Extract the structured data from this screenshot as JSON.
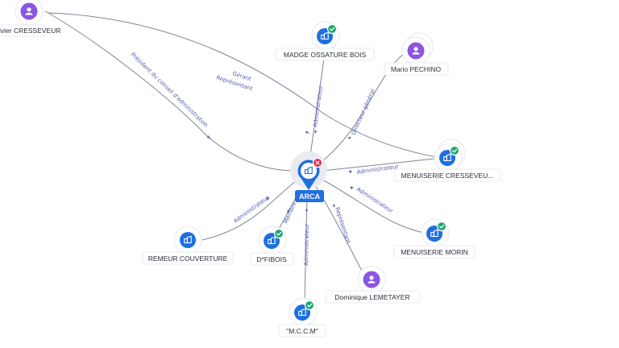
{
  "center": {
    "name": "ARCA"
  },
  "nodes": [
    {
      "id": "olivier",
      "label": "ivier CRESSEVEUR",
      "type": "person",
      "verified": false
    },
    {
      "id": "madge",
      "label": "MADGE OSSATURE BOIS",
      "type": "company",
      "verified": true
    },
    {
      "id": "mario",
      "label": "Mario PECHINO",
      "type": "person",
      "verified": false
    },
    {
      "id": "menuiserie-cresseveur",
      "label": "MENUISERIE CRESSEVEU...",
      "type": "company",
      "verified": true
    },
    {
      "id": "menuiserie-morin",
      "label": "MENUISERIE MORIN",
      "type": "company",
      "verified": true
    },
    {
      "id": "dominique",
      "label": "Dominique LEMETAYER",
      "type": "person",
      "verified": false
    },
    {
      "id": "mccm",
      "label": "\"M.C.C.M\"",
      "type": "company",
      "verified": true
    },
    {
      "id": "dfibois",
      "label": "D*FIBOIS",
      "type": "company",
      "verified": true
    },
    {
      "id": "remeur",
      "label": "REMEUR COUVERTURE",
      "type": "company",
      "verified": false
    }
  ],
  "edges": [
    {
      "id": "e-olivier-center",
      "label": "Président du conseil d'administration"
    },
    {
      "id": "e-olivier-menu",
      "label": "Gérant"
    },
    {
      "id": "e-olivier-menu-2",
      "label": "Représentant"
    },
    {
      "id": "e-madge",
      "label": "Administrateur"
    },
    {
      "id": "e-mario",
      "label": "Directeur général"
    },
    {
      "id": "e-menu-cress",
      "label": "Administrateur"
    },
    {
      "id": "e-morin",
      "label": "Administrateur"
    },
    {
      "id": "e-dominique",
      "label": "Représentant"
    },
    {
      "id": "e-mccm",
      "label": "Administrateur"
    },
    {
      "id": "e-dfibois",
      "label": "Membre"
    },
    {
      "id": "e-remeur",
      "label": "Administrateur"
    }
  ],
  "colors": {
    "company": "#1f6fe0",
    "person": "#8b55e6",
    "verified": "#1ea672",
    "alert": "#e0284a",
    "edge": "#7d8599",
    "edge_label": "#5560b0"
  },
  "icons": {
    "company": "building-icon",
    "person": "user-icon",
    "verified": "check-badge-icon",
    "alert": "close-badge-icon"
  }
}
